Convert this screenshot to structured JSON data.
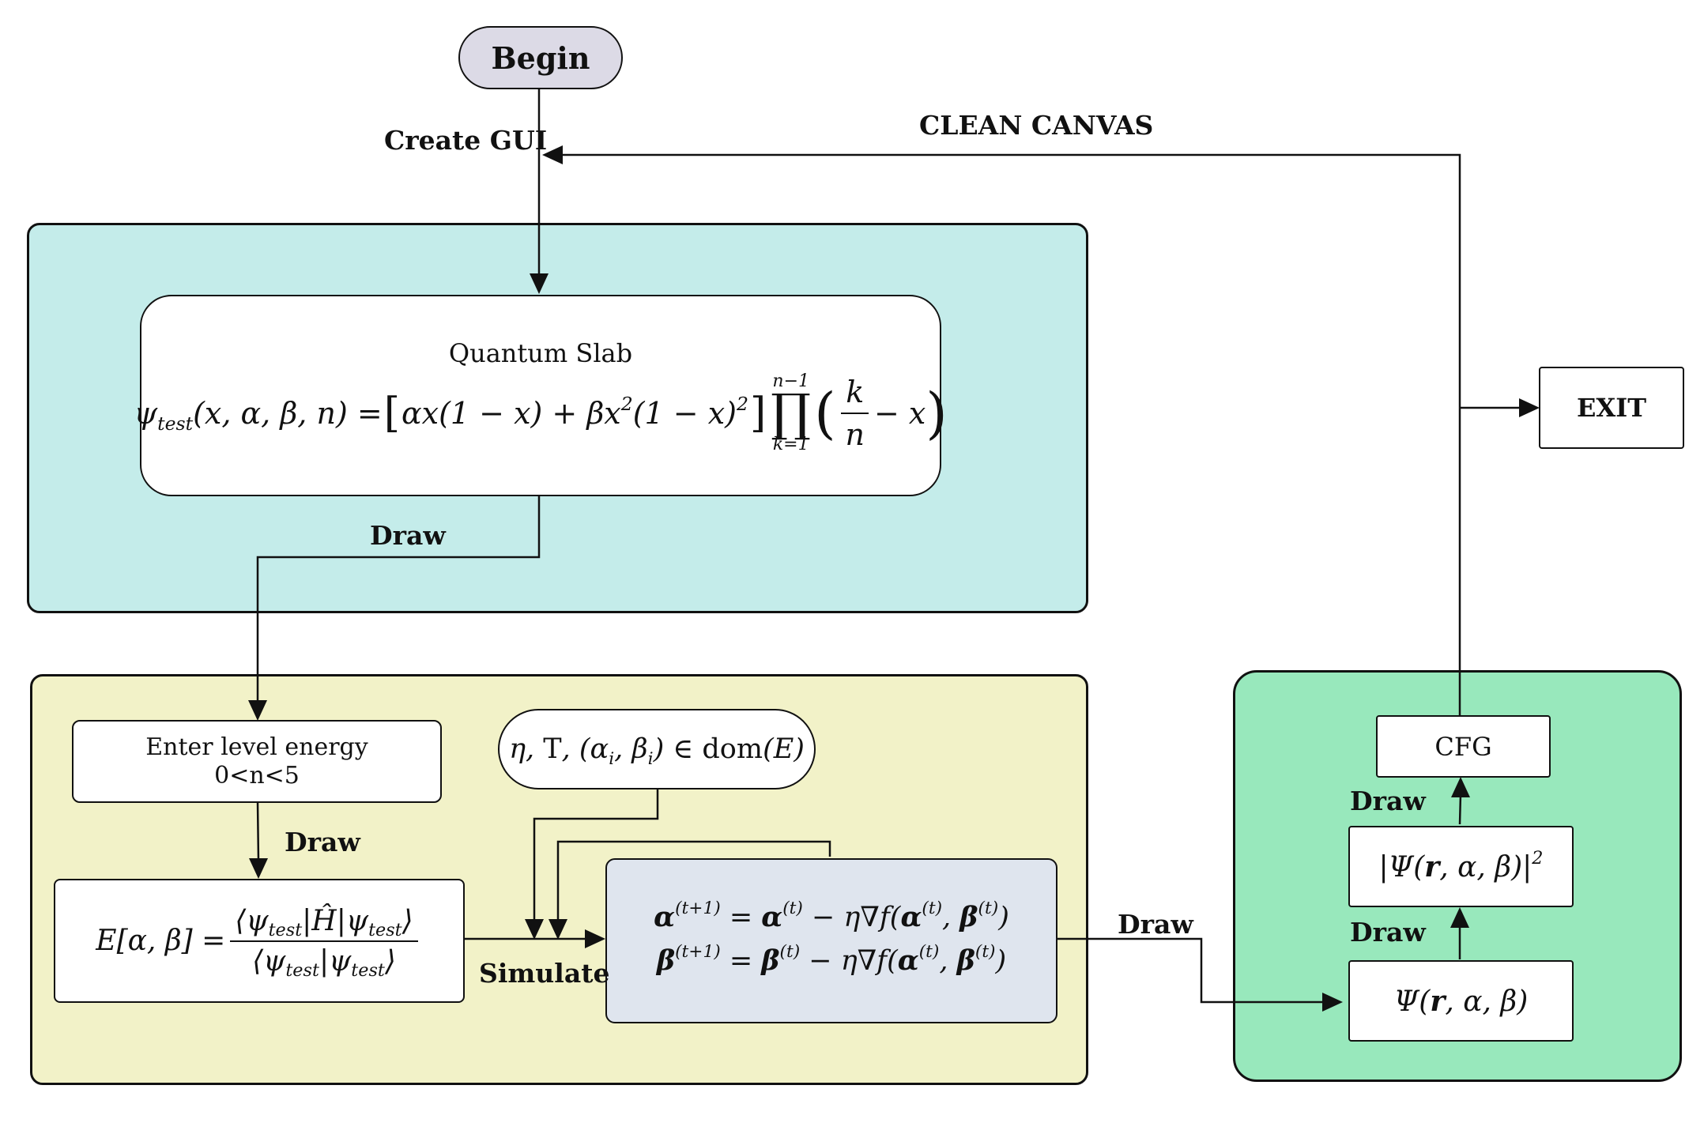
{
  "nodes": {
    "begin": "Begin",
    "quantum_slab_title": "Quantum Slab",
    "quantum_slab_formula": "ψtest(x, α, β, n) = [αx(1 − x) + βx²(1 − x)²] ∏k=1…n−1 (k/n − x)",
    "enter_level_line1": "Enter level energy",
    "enter_level_line2": "0<n<5",
    "energy_formula": "E[α, β] = ⟨ψtest|Ĥ|ψtest⟩ / ⟨ψtest|ψtest⟩",
    "params": "η, T, (αi, βi) ∈ dom(E)",
    "update_rule_alpha": "α(t+1) = α(t) − η∇f(α(t), β(t))",
    "update_rule_beta": "β(t+1) = β(t) − η∇f(α(t), β(t))",
    "cfg": "CFG",
    "psi_abs_sq": "|Ψ(r, α, β)|²",
    "psi": "Ψ(r, α, β)",
    "exit": "EXIT"
  },
  "edges": {
    "create_gui": "Create GUI",
    "clean_canvas": "CLEAN CANVAS",
    "draw_slab": "Draw",
    "draw_enter": "Draw",
    "simulate": "Simulate",
    "draw_update": "Draw",
    "draw_psi_sq": "Draw",
    "draw_cfg": "Draw"
  },
  "colors": {
    "cyan_panel": "#c4ecea",
    "yellow_panel": "#f2f2c8",
    "green_panel": "#98e8bc",
    "begin_fill": "#dcdae6",
    "update_fill": "#dfe5ee",
    "line": "#111111"
  }
}
